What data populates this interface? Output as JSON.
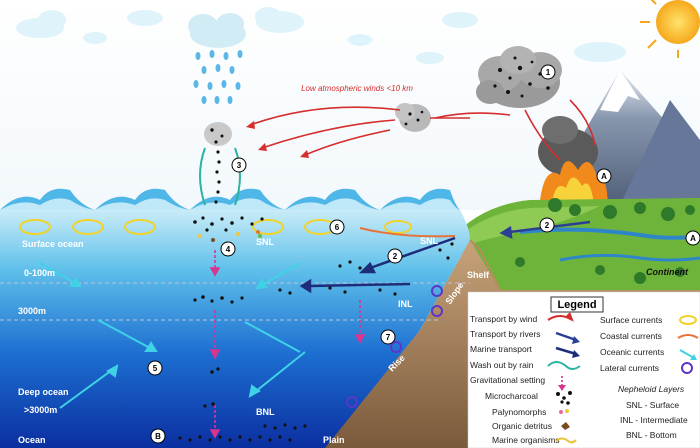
{
  "labels": {
    "wind_note": "Low atmospheric winds <10 km",
    "surface_ocean": "Surface ocean",
    "depth_0_100": "0-100m",
    "depth_3000": "3000m",
    "deep_ocean": "Deep ocean",
    "depth_gt3000": ">3000m",
    "ocean": "Ocean",
    "snl_upper": "SNL",
    "snl_lower": "SNL",
    "inl": "INL",
    "bnl": "BNL",
    "shelf": "Shelf",
    "slope": "Slope",
    "rise": "Rise",
    "plain": "Plain",
    "continent": "Continent"
  },
  "markers": {
    "m1": "1",
    "m2a": "2",
    "m2b": "2",
    "m3": "3",
    "m4": "4",
    "m5": "5",
    "m6": "6",
    "m7": "7",
    "mA1": "A",
    "mA2": "A",
    "mB": "B"
  },
  "legend": {
    "title": "Legend",
    "left_items": [
      "Transport by wind",
      "Transport by rivers",
      "Marine transport",
      "Wash out by rain",
      "Gravitational setting"
    ],
    "right_items": [
      "Surface currents",
      "Coastal currents",
      "Oceanic currents",
      "Lateral currents"
    ],
    "particle_items": [
      "Microcharcoal",
      "Palynomorphs",
      "Organic detritus",
      "Marine organisms"
    ],
    "nepheloid_title": "Nepheloid Layers",
    "nepheloid_items": [
      "SNL - Surface",
      "INL - Intermediate",
      "BNL - Bottom"
    ]
  },
  "colors": {
    "wind": "#d62d2d",
    "river": "#2b3f95",
    "marine": "#1d2d7a",
    "rain": "#2bb3a3",
    "gravity": "#d8358f",
    "surface_current": "#f2d22a",
    "coastal_current": "#e8733a",
    "oceanic_current": "#3fd2e6",
    "lateral_current": "#5b36c8"
  }
}
